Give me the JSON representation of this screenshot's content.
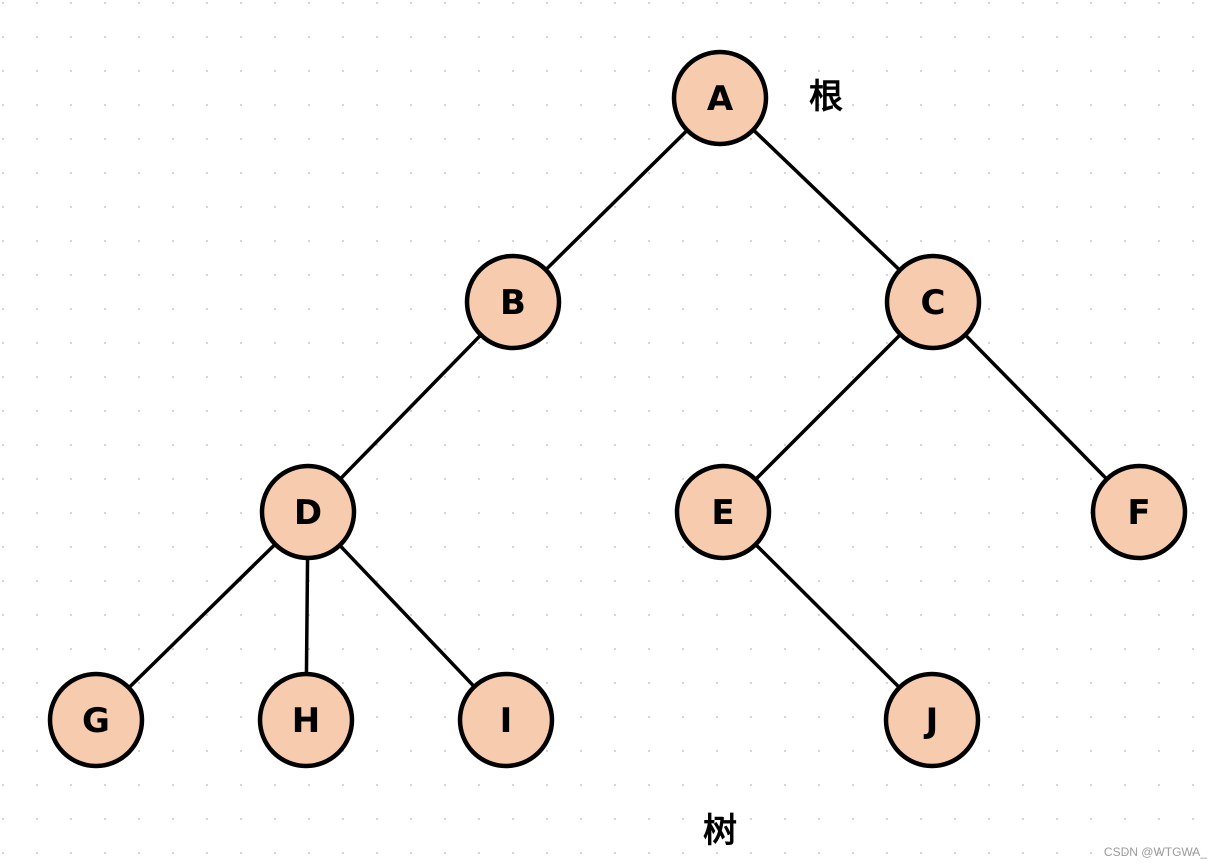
{
  "diagram": {
    "type": "tree",
    "root_label": "根",
    "caption": "树",
    "watermark": "CSDN @WTGWA_",
    "colors": {
      "node_fill": "#f7cbad",
      "node_stroke": "#000000",
      "edge_stroke": "#000000",
      "grid_dot": "#c8c8c8",
      "background": "#ffffff"
    },
    "nodes": [
      {
        "id": "A",
        "label": "A"
      },
      {
        "id": "B",
        "label": "B"
      },
      {
        "id": "C",
        "label": "C"
      },
      {
        "id": "D",
        "label": "D"
      },
      {
        "id": "E",
        "label": "E"
      },
      {
        "id": "F",
        "label": "F"
      },
      {
        "id": "G",
        "label": "G"
      },
      {
        "id": "H",
        "label": "H"
      },
      {
        "id": "I",
        "label": "I"
      },
      {
        "id": "J",
        "label": "J"
      }
    ],
    "edges": [
      {
        "from": "A",
        "to": "B"
      },
      {
        "from": "A",
        "to": "C"
      },
      {
        "from": "B",
        "to": "D"
      },
      {
        "from": "C",
        "to": "E"
      },
      {
        "from": "C",
        "to": "F"
      },
      {
        "from": "D",
        "to": "G"
      },
      {
        "from": "D",
        "to": "H"
      },
      {
        "from": "D",
        "to": "I"
      },
      {
        "from": "E",
        "to": "J"
      }
    ]
  }
}
